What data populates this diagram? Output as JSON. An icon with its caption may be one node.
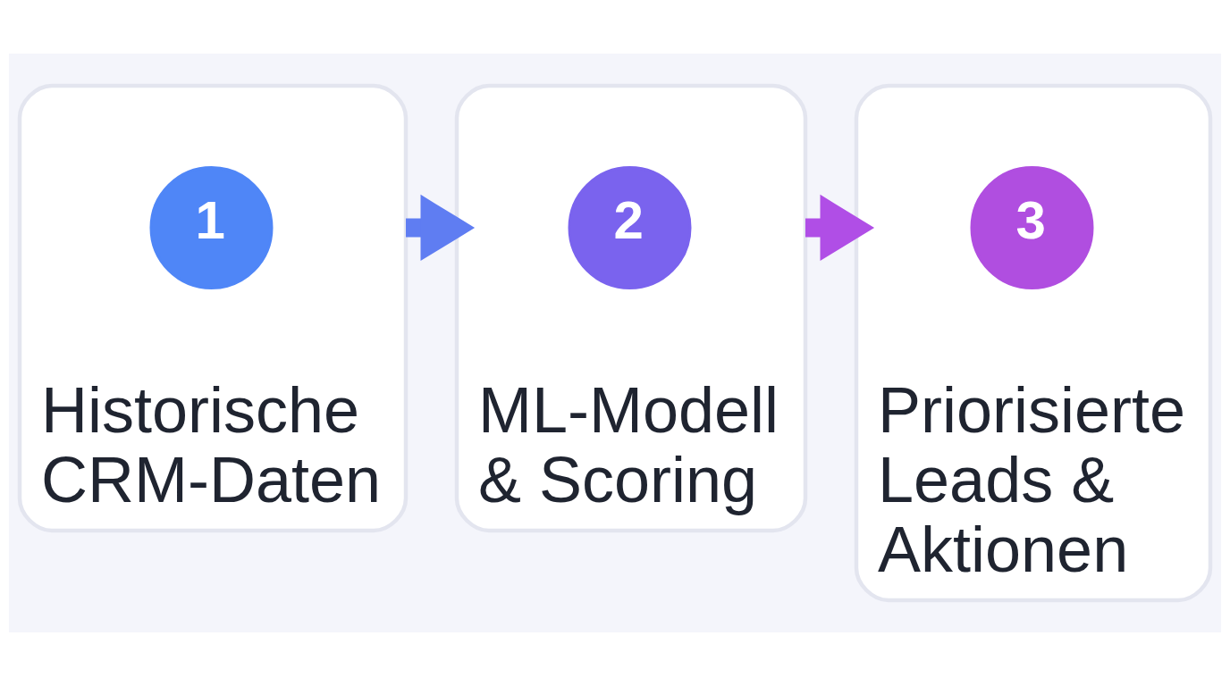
{
  "diagram": {
    "nodes": [
      {
        "text": [
          "Historische CRM-Daten"
        ]
      },
      {
        "text": [
          "1"
        ],
        "in": 0
      },
      {
        "text": [
          "ML-Modell & Scoring"
        ]
      },
      {
        "text": [
          "2"
        ],
        "in": 2
      },
      {
        "text": [
          "Priorisierte Leads & Aktionen"
        ]
      },
      {
        "text": [
          "3"
        ],
        "in": 4
      }
    ],
    "edges": [
      {
        "from": 0,
        "to": 2,
        "arrow": "to",
        "color": "#5f7df2"
      },
      {
        "from": 2,
        "to": 4,
        "arrow": "to",
        "color": "#b04ee6"
      }
    ]
  }
}
